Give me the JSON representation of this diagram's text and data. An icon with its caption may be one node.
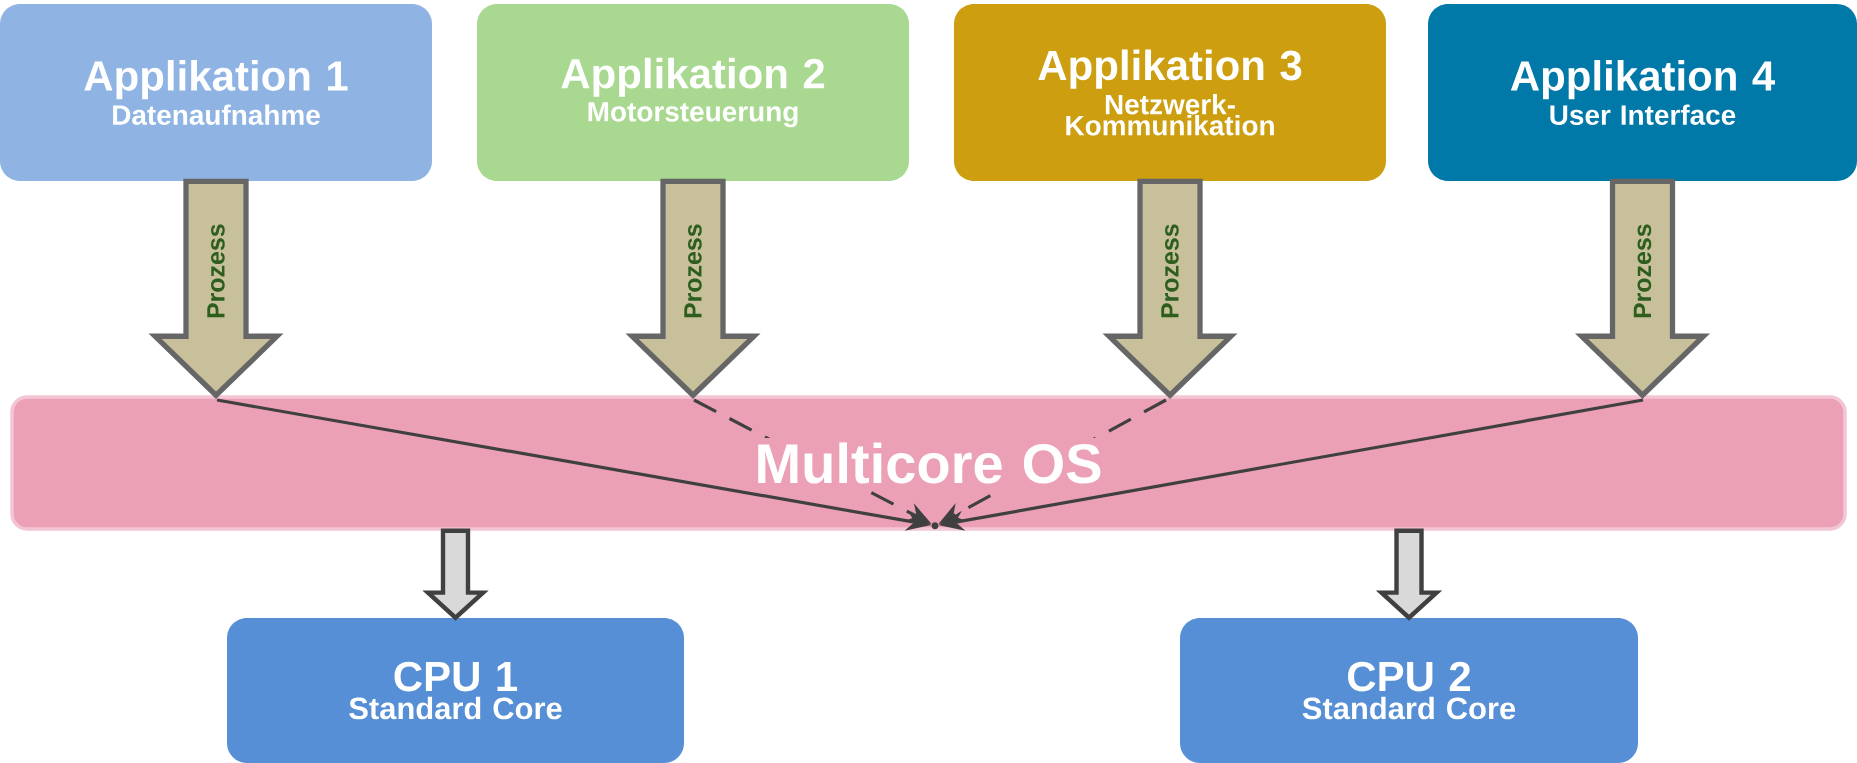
{
  "diagram": {
    "nodes": [
      {
        "text": [
          "Applikation 1",
          "Datenaufnahme"
        ]
      },
      {
        "text": [
          "Applikation 2",
          "Motorsteuerung"
        ]
      },
      {
        "text": [
          "Applikation 3",
          "Netzwerk-Kommunikation"
        ]
      },
      {
        "text": [
          "Applikation 4",
          "User Interface"
        ]
      },
      {
        "text": [
          "Multicore OS"
        ]
      },
      {
        "text": [
          "CPU 1",
          "Standard Core"
        ]
      },
      {
        "text": [
          "CPU 2",
          "Standard Core"
        ]
      },
      {
        "text": [],
        "shape": "point",
        "in": 4
      }
    ],
    "edges": [
      {
        "from": 0,
        "to": 4,
        "arrow": "to",
        "label": "Prozess"
      },
      {
        "from": 1,
        "to": 4,
        "arrow": "to",
        "label": "Prozess"
      },
      {
        "from": 2,
        "to": 4,
        "arrow": "to",
        "label": "Prozess"
      },
      {
        "from": 3,
        "to": 4,
        "arrow": "to",
        "label": "Prozess"
      },
      {
        "from": null,
        "to": 7,
        "arrow": "to"
      },
      {
        "from": null,
        "to": 7,
        "arrow": "to",
        "style": "dashed"
      },
      {
        "from": null,
        "to": 7,
        "arrow": "to",
        "style": "dashed"
      },
      {
        "from": null,
        "to": 7,
        "arrow": "to"
      },
      {
        "from": 4,
        "to": 5,
        "arrow": "to"
      },
      {
        "from": 4,
        "to": 6,
        "arrow": "to"
      }
    ]
  }
}
